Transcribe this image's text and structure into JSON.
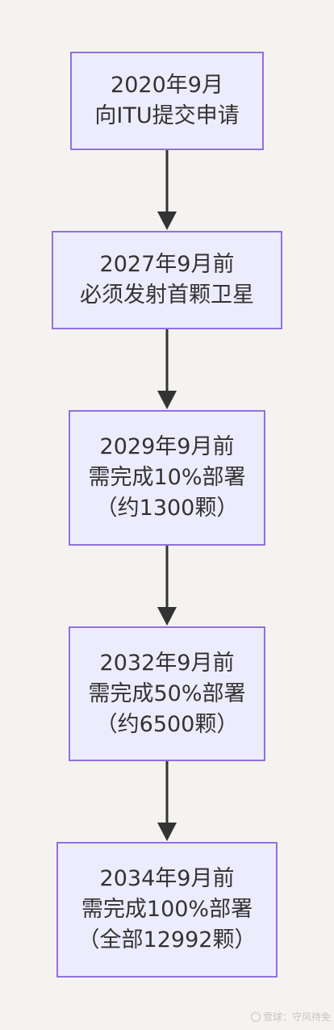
{
  "nodes": [
    {
      "lines": [
        "2020年9月",
        "向ITU提交申请"
      ]
    },
    {
      "lines": [
        "2027年9月前",
        "必须发射首颗卫星"
      ]
    },
    {
      "lines": [
        "2029年9月前",
        "需完成10%部署",
        "（约1300颗）"
      ]
    },
    {
      "lines": [
        "2032年9月前",
        "需完成50%部署",
        "（约6500颗）"
      ]
    },
    {
      "lines": [
        "2034年9月前",
        "需完成100%部署",
        "（全部12992颗）"
      ]
    }
  ],
  "watermark": "雪球：守风待免",
  "colors": {
    "background": "#f5f3ef",
    "node_fill": "#ececfd",
    "node_border": "#9370db",
    "text": "#333333",
    "arrow": "#333333"
  }
}
